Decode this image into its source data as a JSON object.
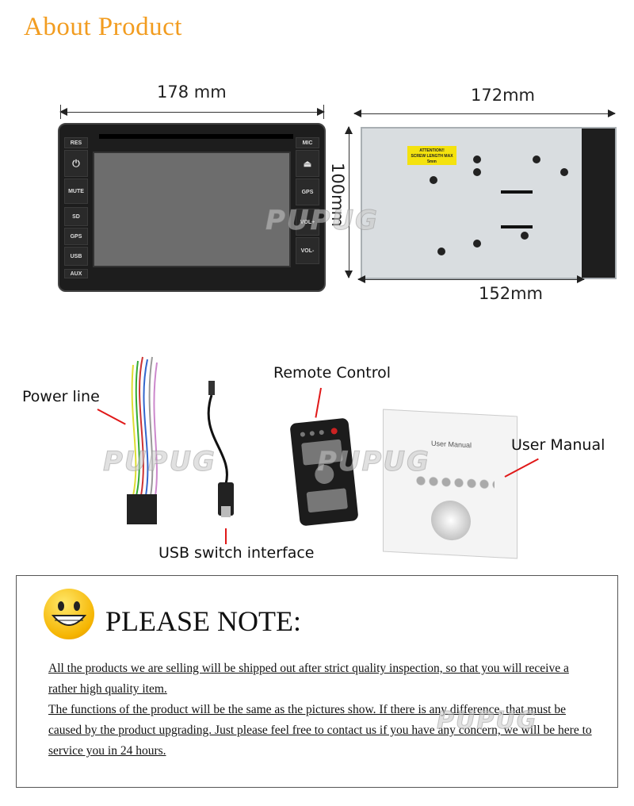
{
  "title": "About Product",
  "dimensions": {
    "front_width": "178 mm",
    "side_width": "172mm",
    "height": "100mm",
    "depth": "152mm"
  },
  "device": {
    "left_buttons": [
      "RES",
      "⏻",
      "MUTE",
      "SD",
      "GPS",
      "USB",
      "AUX"
    ],
    "right_buttons": [
      "MIC",
      "⏏",
      "GPS",
      "VOL+",
      "VOL-"
    ],
    "attention_label": [
      "ATTENTION!!",
      "SCREW LENGTH MAX",
      "5mm"
    ]
  },
  "accessories": {
    "power_line": "Power line",
    "remote_control": "Remote Control",
    "user_manual": "User Manual",
    "usb_interface": "USB switch interface",
    "manual_cover_text": "User Manual"
  },
  "watermark": "PUPUG",
  "note": {
    "heading": "PLEASE NOTE:",
    "paragraphs": [
      "All the products we are selling will be shipped out after strict quality inspection, so that you will receive a rather high quality item.",
      "The functions of the product will be the same as the pictures show. If there is any difference, that must be caused by the product upgrading. Just please feel free to contact us if you have any concern, we will be here to service you in 24 hours."
    ]
  }
}
